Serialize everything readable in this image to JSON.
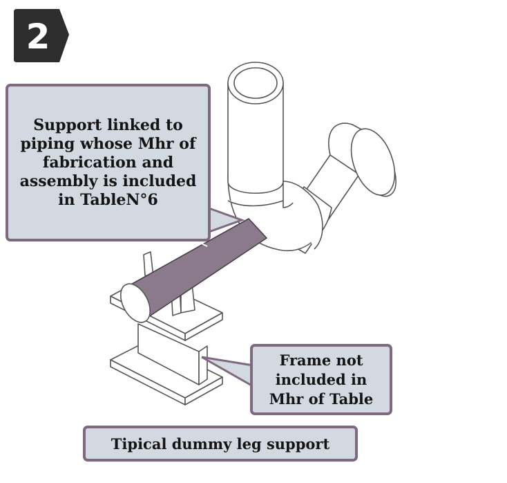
{
  "step": {
    "number": "2"
  },
  "callouts": {
    "support_lines": [
      "Support linked to",
      "piping whose Mhr of",
      "fabrication and",
      "assembly is included",
      "in TableN°6"
    ],
    "frame_lines": [
      "Frame not",
      "included in",
      "Mhr of Table"
    ]
  },
  "caption": "Tipical dummy leg support",
  "colors": {
    "callout_fill": "#d2d9e1",
    "callout_border": "#7e6a7e",
    "highlight": "#8a7a8c",
    "badge": "#2d2d2d",
    "line": "#555555"
  }
}
